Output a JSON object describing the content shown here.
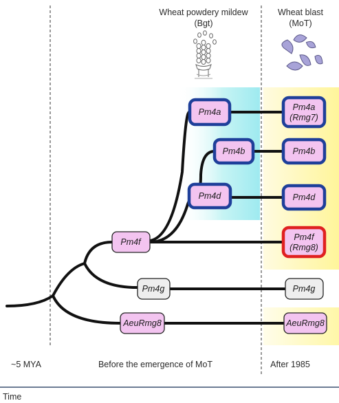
{
  "headers": {
    "bgt_title": "Wheat powdery mildew",
    "bgt_abbrev": "(Bgt)",
    "mot_title": "Wheat blast",
    "mot_abbrev": "(MoT)"
  },
  "nodes": {
    "pm4a": "Pm4a",
    "pm4b": "Pm4b",
    "pm4d": "Pm4d",
    "pm4f": "Pm4f",
    "pm4g": "Pm4g",
    "aeurmg8": "AeuRmg8",
    "pm4a_r_1": "Pm4a",
    "pm4a_r_2": "(Rmg7)",
    "pm4b_r": "Pm4b",
    "pm4d_r": "Pm4d",
    "pm4f_r_1": "Pm4f",
    "pm4f_r_2": "(Rmg8)",
    "pm4g_r": "Pm4g",
    "aeurmg8_r": "AeuRmg8"
  },
  "periods": {
    "left": "~5 MYA",
    "middle": "Before the emergence of MoT",
    "right": "After 1985"
  },
  "axis": {
    "label": "Time"
  },
  "colors": {
    "pink_fill": "#f3c4f0",
    "grey_fill": "#eeeeee",
    "blue_border": "#1e3f9a",
    "red_border": "#e02020",
    "cyan_bg": "#a8eef0",
    "yellow_bg": "#fff6a0"
  }
}
